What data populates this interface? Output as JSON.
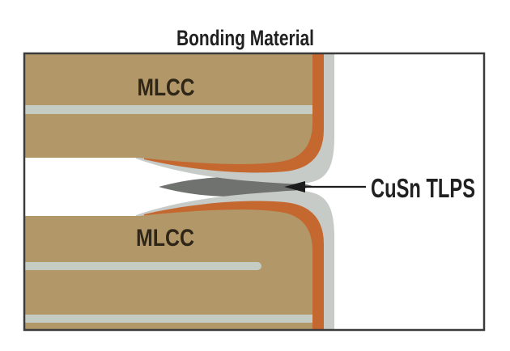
{
  "figure": {
    "title": "Bonding Material",
    "top_mlcc": {
      "label": "MLCC"
    },
    "bottom_mlcc": {
      "label": "MLCC"
    },
    "bond_callout": {
      "label": "CuSn TLPS"
    },
    "colors": {
      "background": "#ffffff",
      "border": "#3b3b3b",
      "title_text": "#212121",
      "mlcc_label_text": "#2f2617",
      "callout_text": "#212121",
      "ceramic_body": "#b29769",
      "electrode_stripe": "#c5ccc3",
      "copper_termination": "#c4682f",
      "plating_gray": "#c6cbc8",
      "tlps_bond": "#707270",
      "arrow": "#1c1c1c"
    }
  }
}
